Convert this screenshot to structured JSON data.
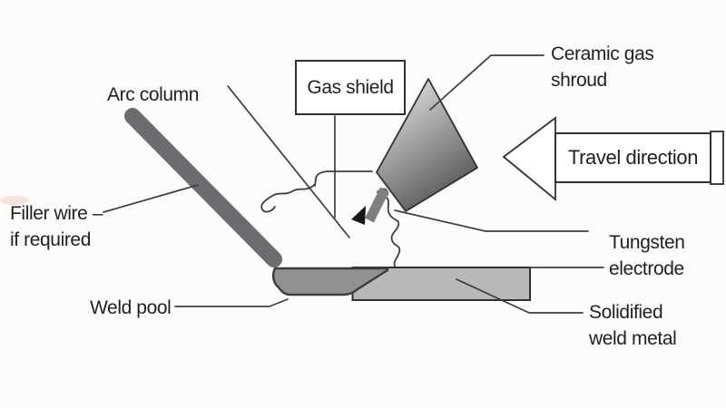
{
  "labels": {
    "arc_column": "Arc column",
    "gas_shield": "Gas shield",
    "ceramic_gas_shroud": {
      "line1": "Ceramic gas",
      "line2": "shroud"
    },
    "travel_direction": "Travel direction",
    "filler_wire": {
      "line1": "Filler wire –",
      "line2": "if required"
    },
    "weld_pool": "Weld pool",
    "tungsten_electrode": {
      "line1": "Tungsten",
      "line2": "electrode"
    },
    "solidified_weld_metal": {
      "line1": "Solidified",
      "line2": "weld metal"
    }
  },
  "colors": {
    "text": "#231f20",
    "outline": "#2e3032",
    "line": "#3c3e40",
    "filler_wire": "#6a6c6f",
    "electrode": "#7d8083",
    "weld_pool": "#8f9193",
    "solidified_weld_metal": "#b6b8ba",
    "shroud_light": "#d3d5d7",
    "shroud_dark": "#4e5052",
    "box_fill": "#ffffff",
    "background": "#fcfcfa"
  }
}
